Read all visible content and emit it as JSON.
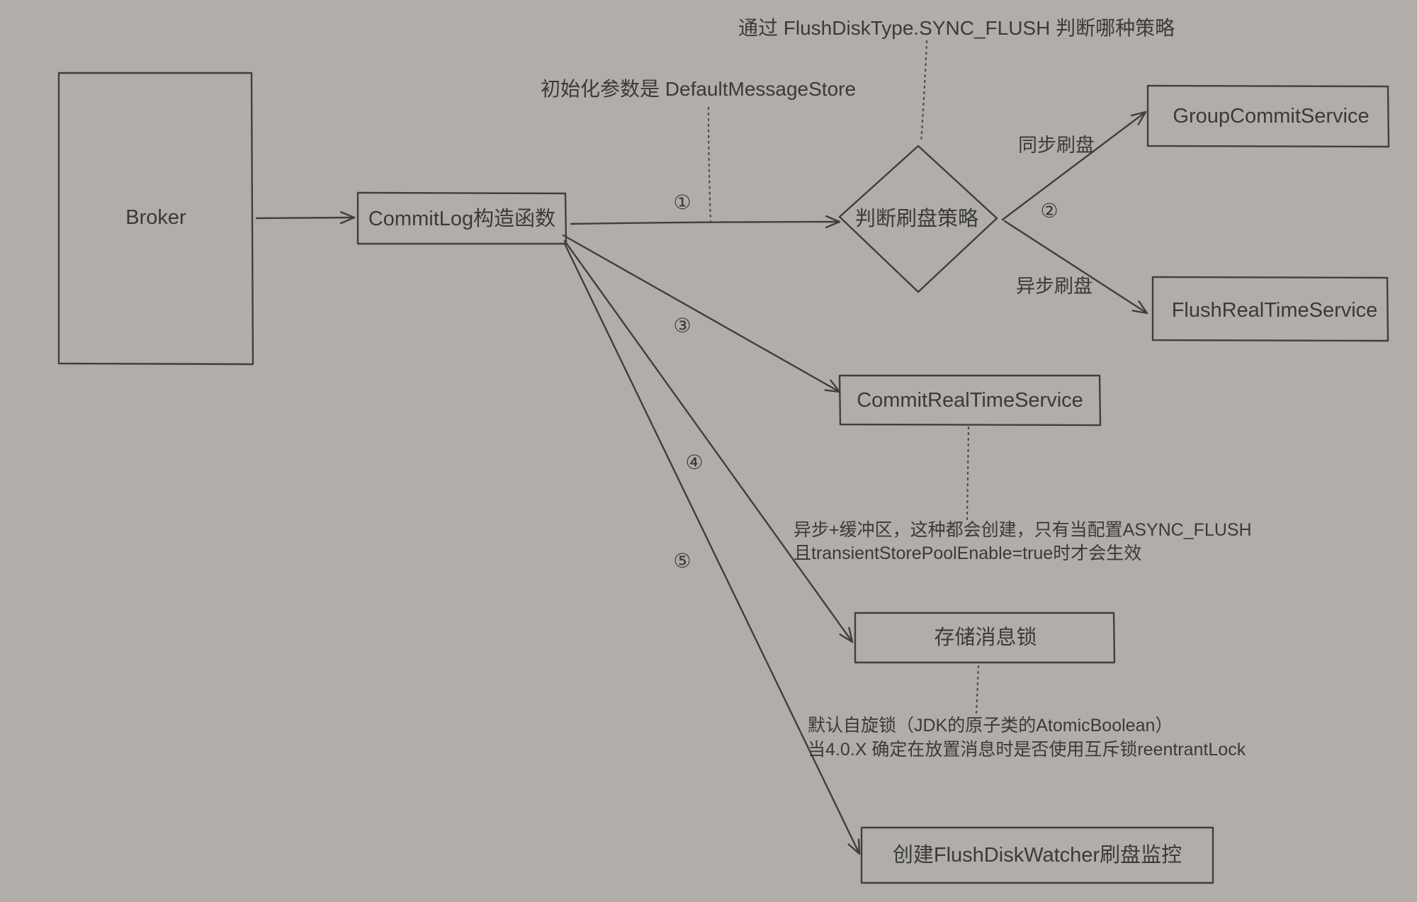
{
  "diagram": {
    "nodes": {
      "broker": "Broker",
      "commitlog_ctor": "CommitLog构造函数",
      "flush_strategy": "判断刷盘策略",
      "group_commit": "GroupCommitService",
      "flush_realtime": "FlushRealTimeService",
      "commit_realtime": "CommitRealTimeService",
      "store_lock": "存储消息锁",
      "flush_watcher": "创建FlushDiskWatcher刷盘监控"
    },
    "steps": {
      "s1": "①",
      "s2": "②",
      "s3": "③",
      "s4": "④",
      "s5": "⑤"
    },
    "edge_labels": {
      "sync_flush": "同步刷盘",
      "async_flush": "异步刷盘"
    },
    "notes": {
      "init_param": "初始化参数是 DefaultMessageStore",
      "flush_type": "通过 FlushDiskType.SYNC_FLUSH 判断哪种策略",
      "commit_realtime_line1": "异步+缓冲区，这种都会创建，只有当配置ASYNC_FLUSH",
      "commit_realtime_line2": "且transientStorePoolEnable=true时才会生效",
      "store_lock_line1": "默认自旋锁（JDK的原子类的AtomicBoolean）",
      "store_lock_line2": "当4.0.X 确定在放置消息时是否使用互斥锁reentrantLock"
    }
  }
}
